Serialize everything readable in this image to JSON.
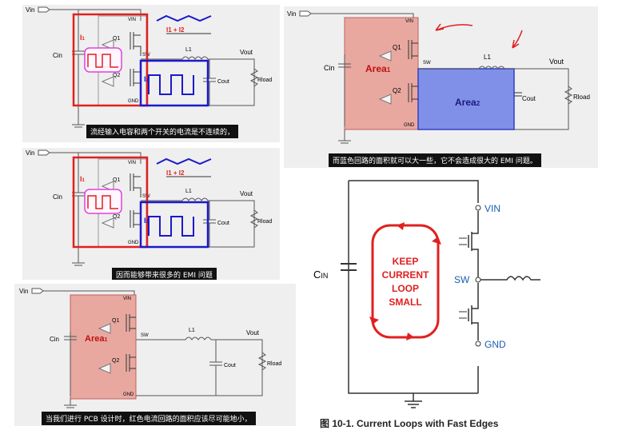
{
  "panel1": {
    "vin": "Vin",
    "cin": "Cin",
    "q1": "Q1",
    "q2": "Q2",
    "sw": "SW",
    "vin_pin": "VIN",
    "gnd_pin": "GND",
    "l1": "L1",
    "vout": "Vout",
    "cout": "Cout",
    "rload": "Rload",
    "i1": "I",
    "i1_sub": "1",
    "i2": "I",
    "i2_sub": "2",
    "sum": "I1 + I2",
    "caption": "流经输入电容和两个开关的电流是不连续的，"
  },
  "panel2": {
    "vin": "Vin",
    "cin": "Cin",
    "q1": "Q1",
    "q2": "Q2",
    "sw": "SW",
    "vin_pin": "VIN",
    "gnd_pin": "GND",
    "l1": "L1",
    "vout": "Vout",
    "cout": "Cout",
    "rload": "Rload",
    "i1": "I",
    "i1_sub": "1",
    "i2": "I",
    "i2_sub": "2",
    "sum": "I1 + I2",
    "caption": "因而能够带来很多的 EMI 问题"
  },
  "panel3": {
    "vin": "Vin",
    "cin": "Cin",
    "q1": "Q1",
    "q2": "Q2",
    "sw": "SW",
    "vin_pin": "VIN",
    "gnd_pin": "GND",
    "l1": "L1",
    "vout": "Vout",
    "cout": "Cout",
    "rload": "Rload",
    "area1": "Area",
    "area1_sub": "1",
    "caption": "当我们进行 PCB 设计时，红色电流回路的面积应该尽可能地小，"
  },
  "panel4": {
    "vin": "Vin",
    "cin": "Cin",
    "q1": "Q1",
    "q2": "Q2",
    "sw": "SW",
    "vin_pin": "VIN",
    "gnd_pin": "GND",
    "l1": "L1",
    "vout": "Vout",
    "cout": "Cout",
    "rload": "Rload",
    "area1": "Area",
    "area1_sub": "1",
    "area2": "Area",
    "area2_sub": "2",
    "caption": "而蓝色回路的面积就可以大一些，它不会造成很大的 EMI 问题。"
  },
  "panel5": {
    "cin": "C",
    "cin_sub": "IN",
    "vin": "VIN",
    "sw": "SW",
    "gnd": "GND",
    "keep": [
      "KEEP",
      "CURRENT",
      "LOOP",
      "SMALL"
    ],
    "caption": "图 10-1. Current Loops with Fast Edges"
  },
  "colors": {
    "red": "#e02020",
    "blue": "#1a1acc",
    "area_red": "#e8a8a0",
    "area_blue": "#8090e8",
    "magenta": "#e040e0"
  }
}
